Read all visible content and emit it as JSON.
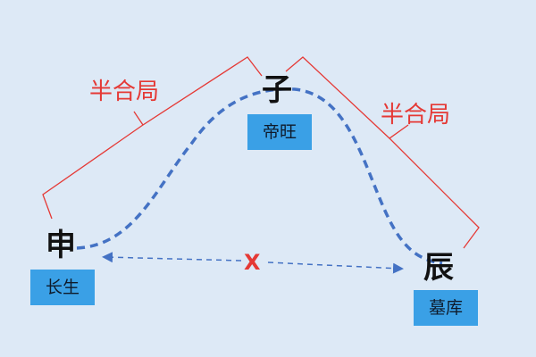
{
  "labels": {
    "left_half": "半合局",
    "right_half": "半合局",
    "x_mark": "X"
  },
  "nodes": [
    {
      "branch": "申",
      "stage": "长生"
    },
    {
      "branch": "子",
      "stage": "帝旺"
    },
    {
      "branch": "辰",
      "stage": "墓库"
    }
  ],
  "colors": {
    "background": "#dde9f6",
    "bracket": "#e53935",
    "curve": "#4472c4",
    "tag": "#3aa0e6"
  }
}
